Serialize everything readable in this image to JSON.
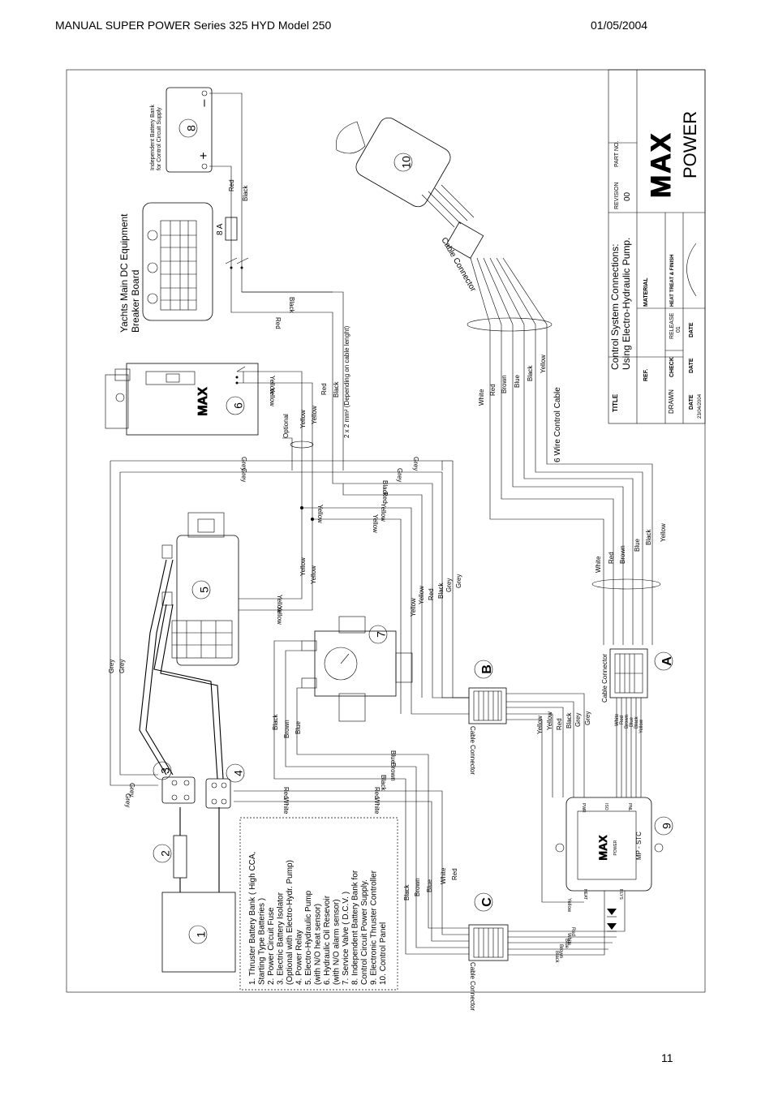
{
  "header": {
    "title": "MANUAL SUPER POWER Series 325 HYD  Model 250",
    "date": "01/05/2004",
    "page_number": "11"
  },
  "title_block": {
    "title_label": "TITLE",
    "title_line1": "Control System Connections:",
    "title_line2": "Using Electro-Hydraulic Pump.",
    "revision_label": "REVISION",
    "revision_value": "00",
    "part_no_label": "PART NO.",
    "ref_label": "REF.",
    "material_label": "MATERIAL",
    "drawn_label": "DRAWN",
    "check_label": "CHECK",
    "release_label": "RELEASE",
    "release_value": "01",
    "heat_treat_label": "HEAT TREAT & FINISH",
    "date_label": "DATE",
    "date_value": "23/04/2004",
    "brand_logo": "MAX",
    "brand_word": "POWER"
  },
  "legend": [
    "1.   Thruster Battery Bank ( High CCA,",
    "       Starting Type Batteries )",
    "2.   Power Circuit Fuse",
    "3.   Electric Battery Isolator",
    "       (Optional with Electro-Hydr. Pump)",
    "4.   Power Relay",
    "5.   Electro-Hydraulic Pump",
    "       (with N/O heat sensor)",
    "6.   Hydraulic Oil Resevoir",
    "       (with N/O alarm sensor)",
    "7.   Service Valve ( D.C.V. )",
    "8.   Independent Battery Bank for",
    "       Control Circuit Power Supply.",
    "9.   Electronic Thruster Controller",
    "10. Control Panel"
  ],
  "components": {
    "n1": "1",
    "n2": "2",
    "n3": "3",
    "n4": "4",
    "n5": "5",
    "n6": "6",
    "n7": "7",
    "n8": "8",
    "n9": "9",
    "n10": "10",
    "conn_a": "A",
    "conn_b": "B",
    "conn_c": "C",
    "battery_plus": "+",
    "battery_minus": "–",
    "battery8_caption1": "Independent Battery Bank",
    "battery8_caption2": "for Control Circuit Supply",
    "breaker_caption1": "Yachts Main DC Equipment",
    "breaker_caption2": "Breaker Board",
    "fuse_8a": "8 A",
    "optional": "Optional",
    "cable_size": "2 x 2 mm² (Depending on cable lenght)",
    "six_wire_cable": "6 Wire Control Cable",
    "cable_connector": "Cable Connector",
    "cable_connector_10": "Cable Connector",
    "controller_model": "MP - STC",
    "controller_heat": "HEAT",
    "controller_rlys": "RLYS",
    "controller_iso": "ISO",
    "controller_pwr": "PWR",
    "controller_pnl": "PNL",
    "controller_power": "POWER",
    "max_logo_small": "MAX"
  },
  "wire_colors": {
    "black": "Black",
    "red": "Red",
    "yellow": "Yellow",
    "grey": "Grey",
    "white": "White",
    "brown": "Brown",
    "blue": "Blue"
  },
  "colors": {
    "line": "#000000",
    "paper": "#ffffff"
  }
}
